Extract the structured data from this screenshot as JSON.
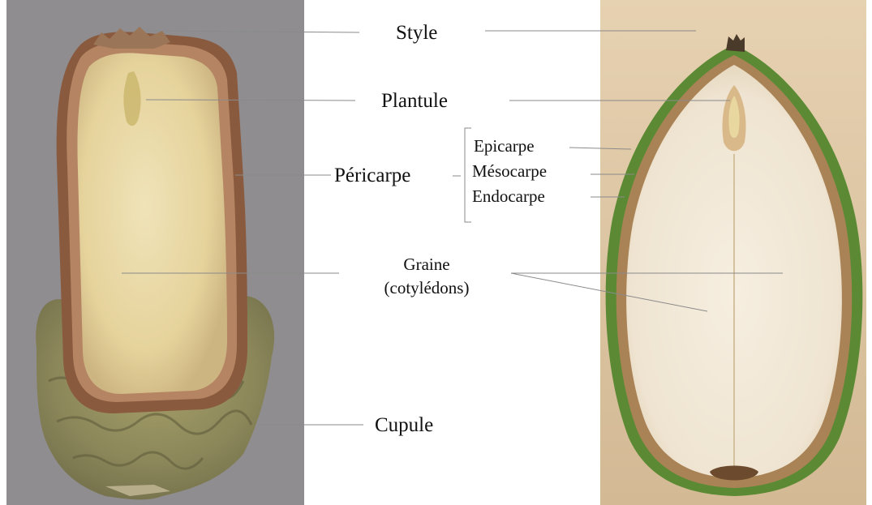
{
  "labels": {
    "style": "Style",
    "plantule": "Plantule",
    "pericarpe": "Péricarpe",
    "epicarpe": "Epicarpe",
    "mesocarpe": "Mésocarpe",
    "endocarpe": "Endocarpe",
    "graine_line1": "Graine",
    "graine_line2": "(cotylédons)",
    "cupule": "Cupule"
  },
  "photos": {
    "left": {
      "subject": "acorn longitudinal section with cupule",
      "background": "#8f8d90"
    },
    "right": {
      "subject": "acorn longitudinal section, green pericarp",
      "background": "#d8c2a4"
    }
  }
}
